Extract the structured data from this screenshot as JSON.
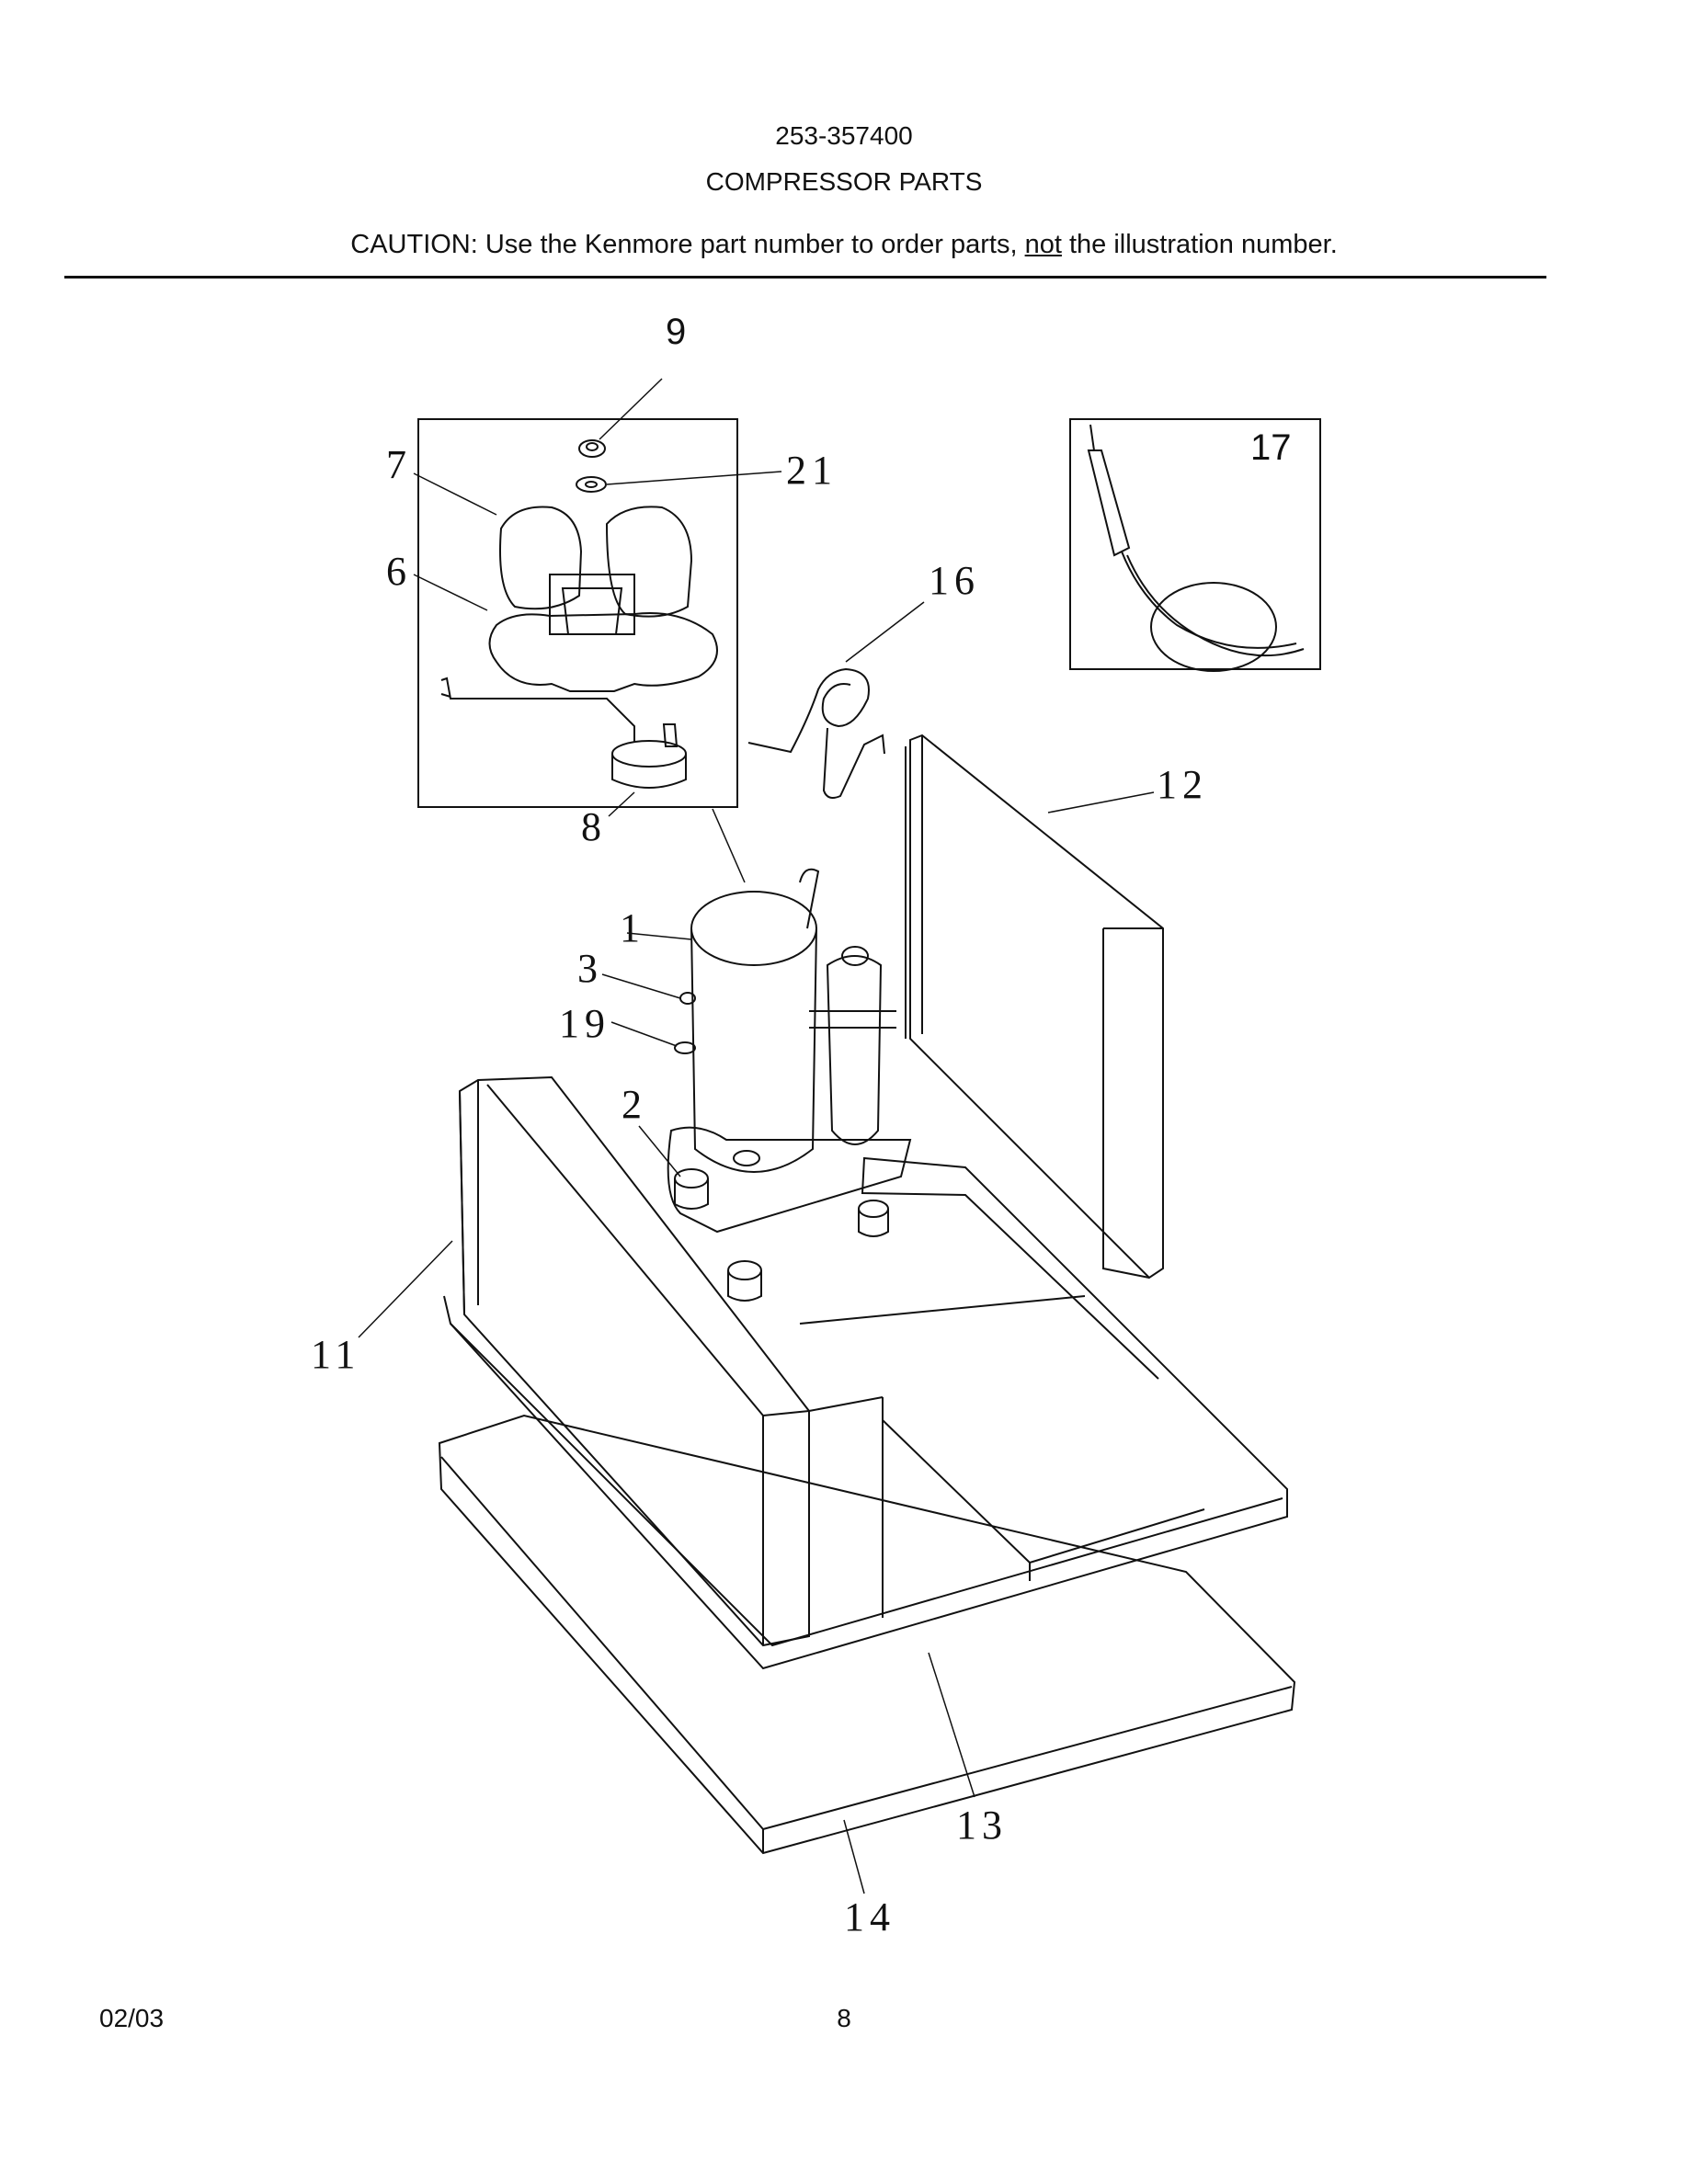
{
  "header": {
    "model_number": "253-357400",
    "section_title": "COMPRESSOR PARTS",
    "caution_prefix": "CAUTION: Use the Kenmore part number to order parts, ",
    "caution_underlined": "not",
    "caution_suffix": " the illustration number."
  },
  "callouts": {
    "c9": "9",
    "c7": "7",
    "c21": "21",
    "c6": "6",
    "c16": "16",
    "c17": "17",
    "c12": "12",
    "c8": "8",
    "c1": "1",
    "c3": "3",
    "c19": "19",
    "c2": "2",
    "c11": "11",
    "c13": "13",
    "c14": "14"
  },
  "footer": {
    "date": "02/03",
    "page_number": "8"
  }
}
